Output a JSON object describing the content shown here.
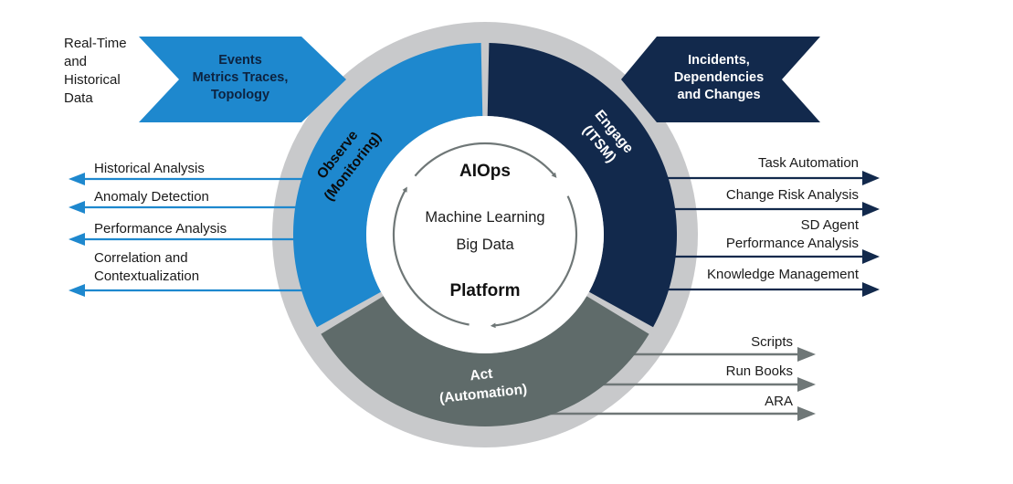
{
  "diagram": {
    "source_label": "Real-Time\nand\nHistorical\nData",
    "input_banner_left": "Events\nMetrics Traces,\nTopology",
    "input_banner_right": "Incidents,\nDependencies\nand Changes",
    "segments": {
      "observe": "Observe\n(Monitoring)",
      "engage": "Engage\n(ITSM)",
      "act": "Act\n(Automation)"
    },
    "core": {
      "title": "AIOps",
      "tech1": "Machine Learning",
      "tech2": "Big Data",
      "footer": "Platform"
    },
    "outputs_observe": [
      "Historical Analysis",
      "Anomaly Detection",
      "Performance Analysis",
      "Correlation and\nContextualization"
    ],
    "outputs_engage": [
      "Task Automation",
      "Change Risk Analysis",
      "SD Agent\nPerformance Analysis",
      "Knowledge Management"
    ],
    "outputs_act": [
      "Scripts",
      "Run Books",
      "ARA"
    ],
    "colors": {
      "observe_blue": "#1E88CE",
      "engage_navy": "#12294C",
      "act_gray": "#5F6B6A",
      "ring_gray": "#C8C9CB",
      "arrow_gray": "#6F7777",
      "banner_left_text": "#0D2340",
      "text_black": "#1A1A1A"
    }
  }
}
